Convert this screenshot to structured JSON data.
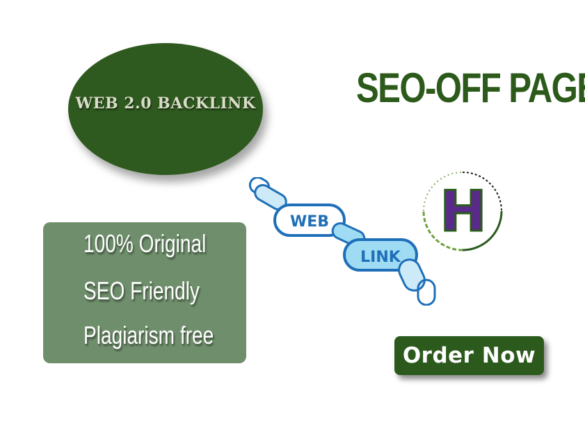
{
  "badge": {
    "label": "WEB 2.0 BACKLINK"
  },
  "title": "SEO-OFF PAGE",
  "features": [
    "100% Original",
    "SEO Friendly",
    "Plagiarism free"
  ],
  "chain": {
    "link_1": "WEB",
    "link_2": "LINK"
  },
  "logo": {
    "letter": "H"
  },
  "order_button": {
    "label": "Order Now"
  },
  "colors": {
    "dark_green": "#2f5a1f",
    "title_green": "#2c5a1b",
    "panel_green": "#6f8f6c",
    "chain_dark_blue": "#1f6fb8",
    "chain_light_blue": "#9fdcf4",
    "logo_purple": "#5a2a8a"
  }
}
